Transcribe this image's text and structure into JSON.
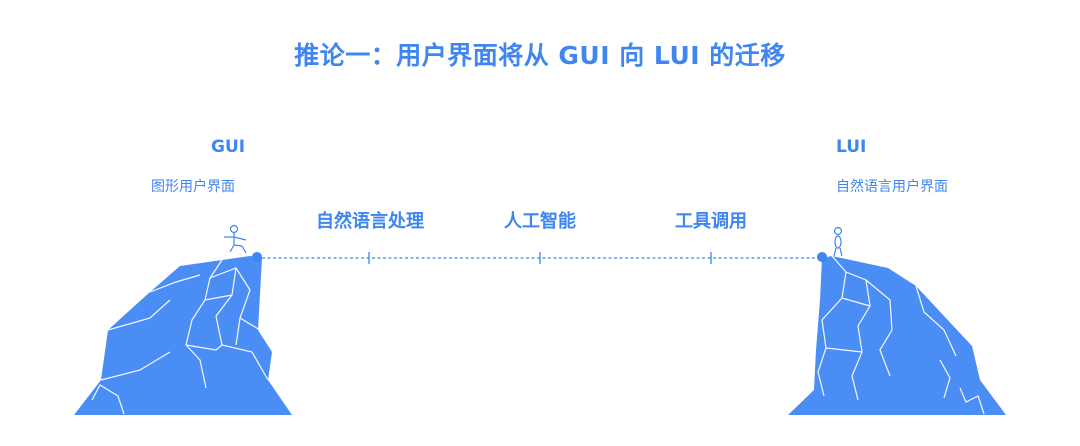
{
  "title": "推论一：用户界面将从 GUI 向 LUI 的迁移",
  "left": {
    "label": "GUI",
    "sublabel": "图形用户界面"
  },
  "right": {
    "label": "LUI",
    "sublabel": "自然语言用户界面"
  },
  "stages": [
    {
      "label": "自然语言处理"
    },
    {
      "label": "人工智能"
    },
    {
      "label": "工具调用"
    }
  ],
  "colors": {
    "accent": "#3f86f0",
    "rock": "#4a8df5",
    "rock_line": "#ffffff"
  }
}
